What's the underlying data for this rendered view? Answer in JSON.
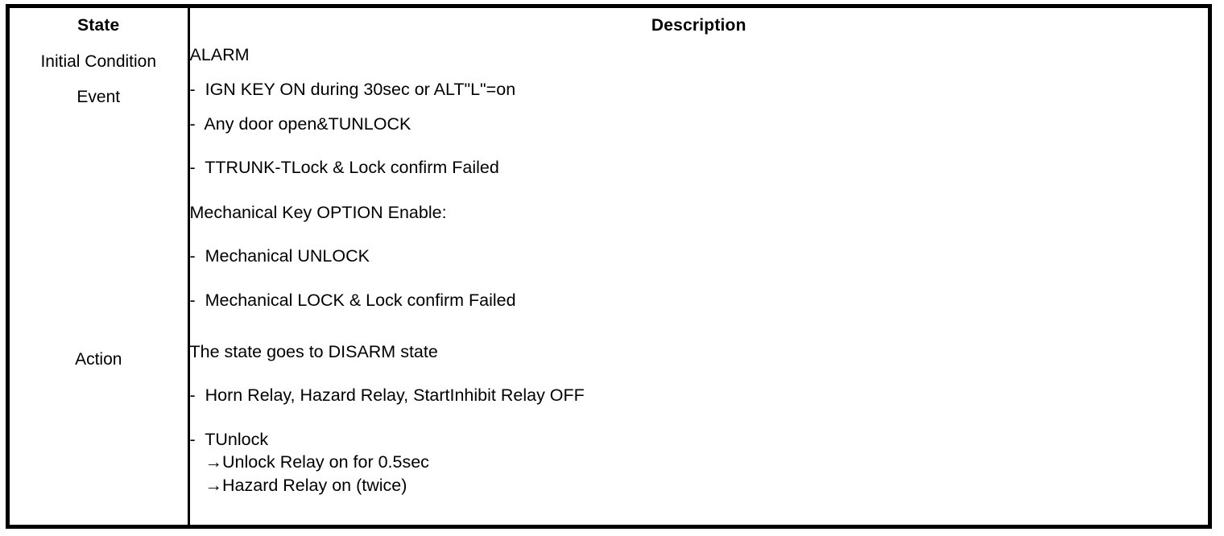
{
  "table": {
    "headers": {
      "state": "State",
      "description": "Description"
    },
    "rows": [
      {
        "state": "Initial Condition",
        "description_lines": [
          "ALARM"
        ]
      },
      {
        "state": "Event",
        "blocks": [
          {
            "lines": [
              "-  IGN KEY ON during 30sec or ALT\"L\"=on"
            ]
          },
          {
            "lines": [
              "-  Any door open&TUNLOCK",
              "-  TTRUNK-TLock & Lock confirm Failed"
            ]
          },
          {
            "lines": [
              "Mechanical Key OPTION Enable:",
              "-  Mechanical UNLOCK",
              "-  Mechanical LOCK & Lock confirm Failed"
            ]
          }
        ]
      },
      {
        "state": "Action",
        "blocks": [
          {
            "lines": [
              "The state goes to DISARM state",
              "-  Horn Relay, Hazard Relay, StartInhibit Relay OFF",
              "-  TUnlock"
            ],
            "sub_lines": [
              "→Unlock Relay on for 0.5sec",
              "→Hazard Relay on (twice)"
            ]
          }
        ]
      }
    ]
  },
  "colors": {
    "border": "#000000",
    "text": "#000000",
    "background": "#ffffff"
  }
}
